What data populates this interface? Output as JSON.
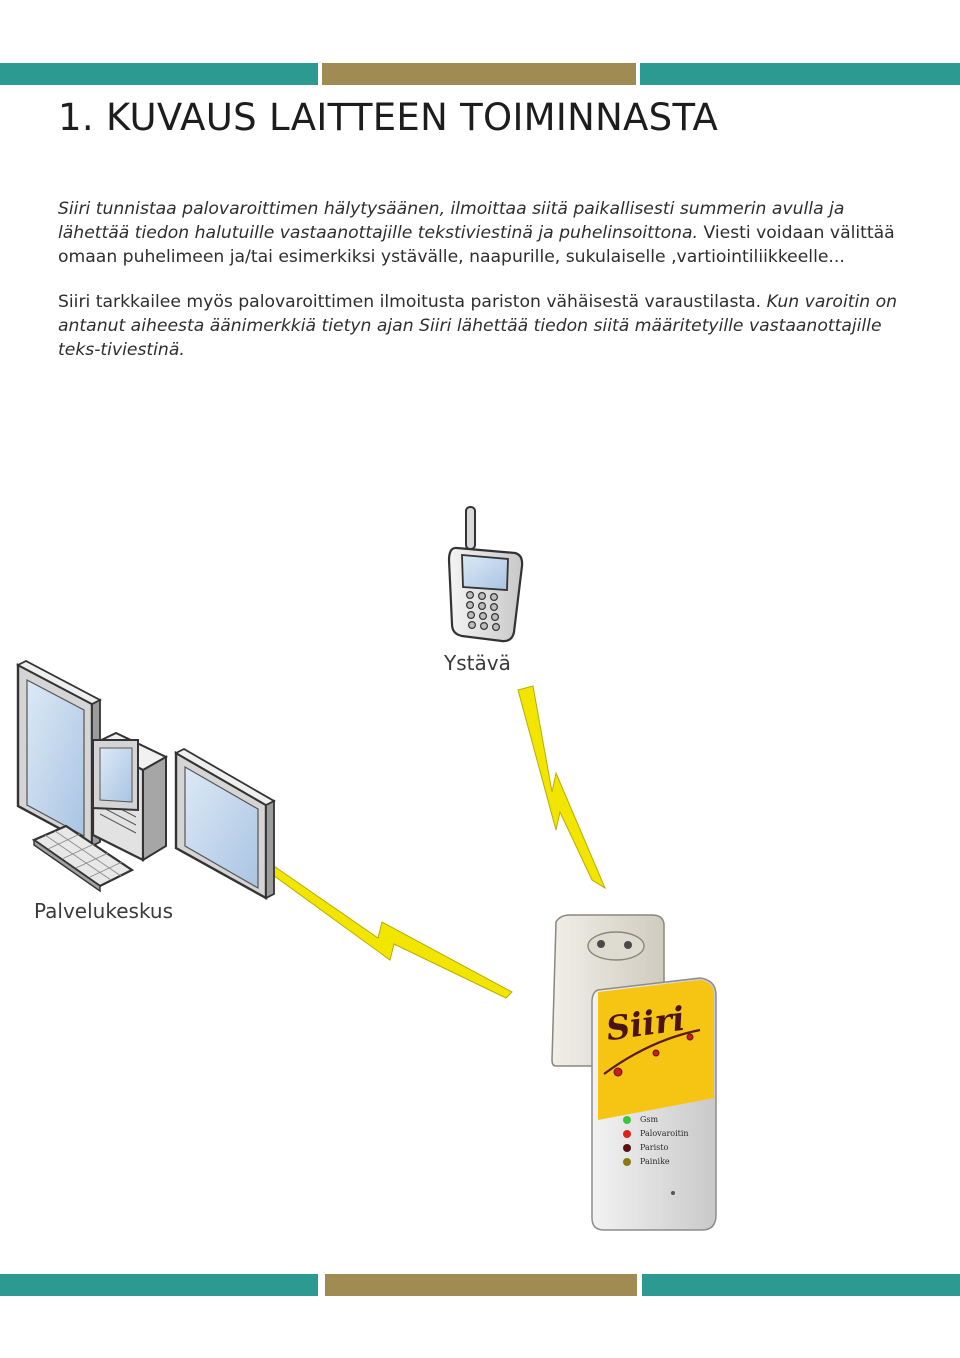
{
  "header": {
    "title": "1. KUVAUS LAITTEEN TOIMINNASTA",
    "bar_colors": [
      "#2d9a92",
      "#a08b52",
      "#2d9a92"
    ]
  },
  "paragraphs": {
    "p1_italic": "Siiri tunnistaa palovaroittimen hälytysäänen, ilmoittaa siitä paikallisesti summerin avulla ja lähettää tiedon halutuille vastaanottajille tekstiviestinä ja puhelinsoittona.",
    "p1_rest": " Viesti voidaan välittää omaan puhelimeen ja/tai esimerkiksi ystävälle, naapurille, sukulaiselle ,vartiointiliikkeelle...",
    "p2_upright": "Siiri tarkkailee myös palovaroittimen ilmoitusta pariston vähäisestä varaustilasta.",
    "p2_italic": " Kun varoitin on antanut aiheesta äänimerkkiä tietyn ajan Siiri lähettää tiedon siitä määritetyille vastaanottajille teks-tiviestinä."
  },
  "diagram": {
    "friend_label": "Ystävä",
    "service_label": "Palvelukeskus",
    "device_brand": "Siiri",
    "device_leds": [
      {
        "label": "Gsm",
        "color": "#3ec43e"
      },
      {
        "label": "Palovaroitin",
        "color": "#e02020"
      },
      {
        "label": "Paristo",
        "color": "#5a1010"
      },
      {
        "label": "Painike",
        "color": "#8a7a10"
      }
    ],
    "bolt_color": "#f2e600"
  },
  "footer": {
    "bar_colors": [
      "#2d9a92",
      "#a08b52",
      "#2d9a92"
    ]
  }
}
